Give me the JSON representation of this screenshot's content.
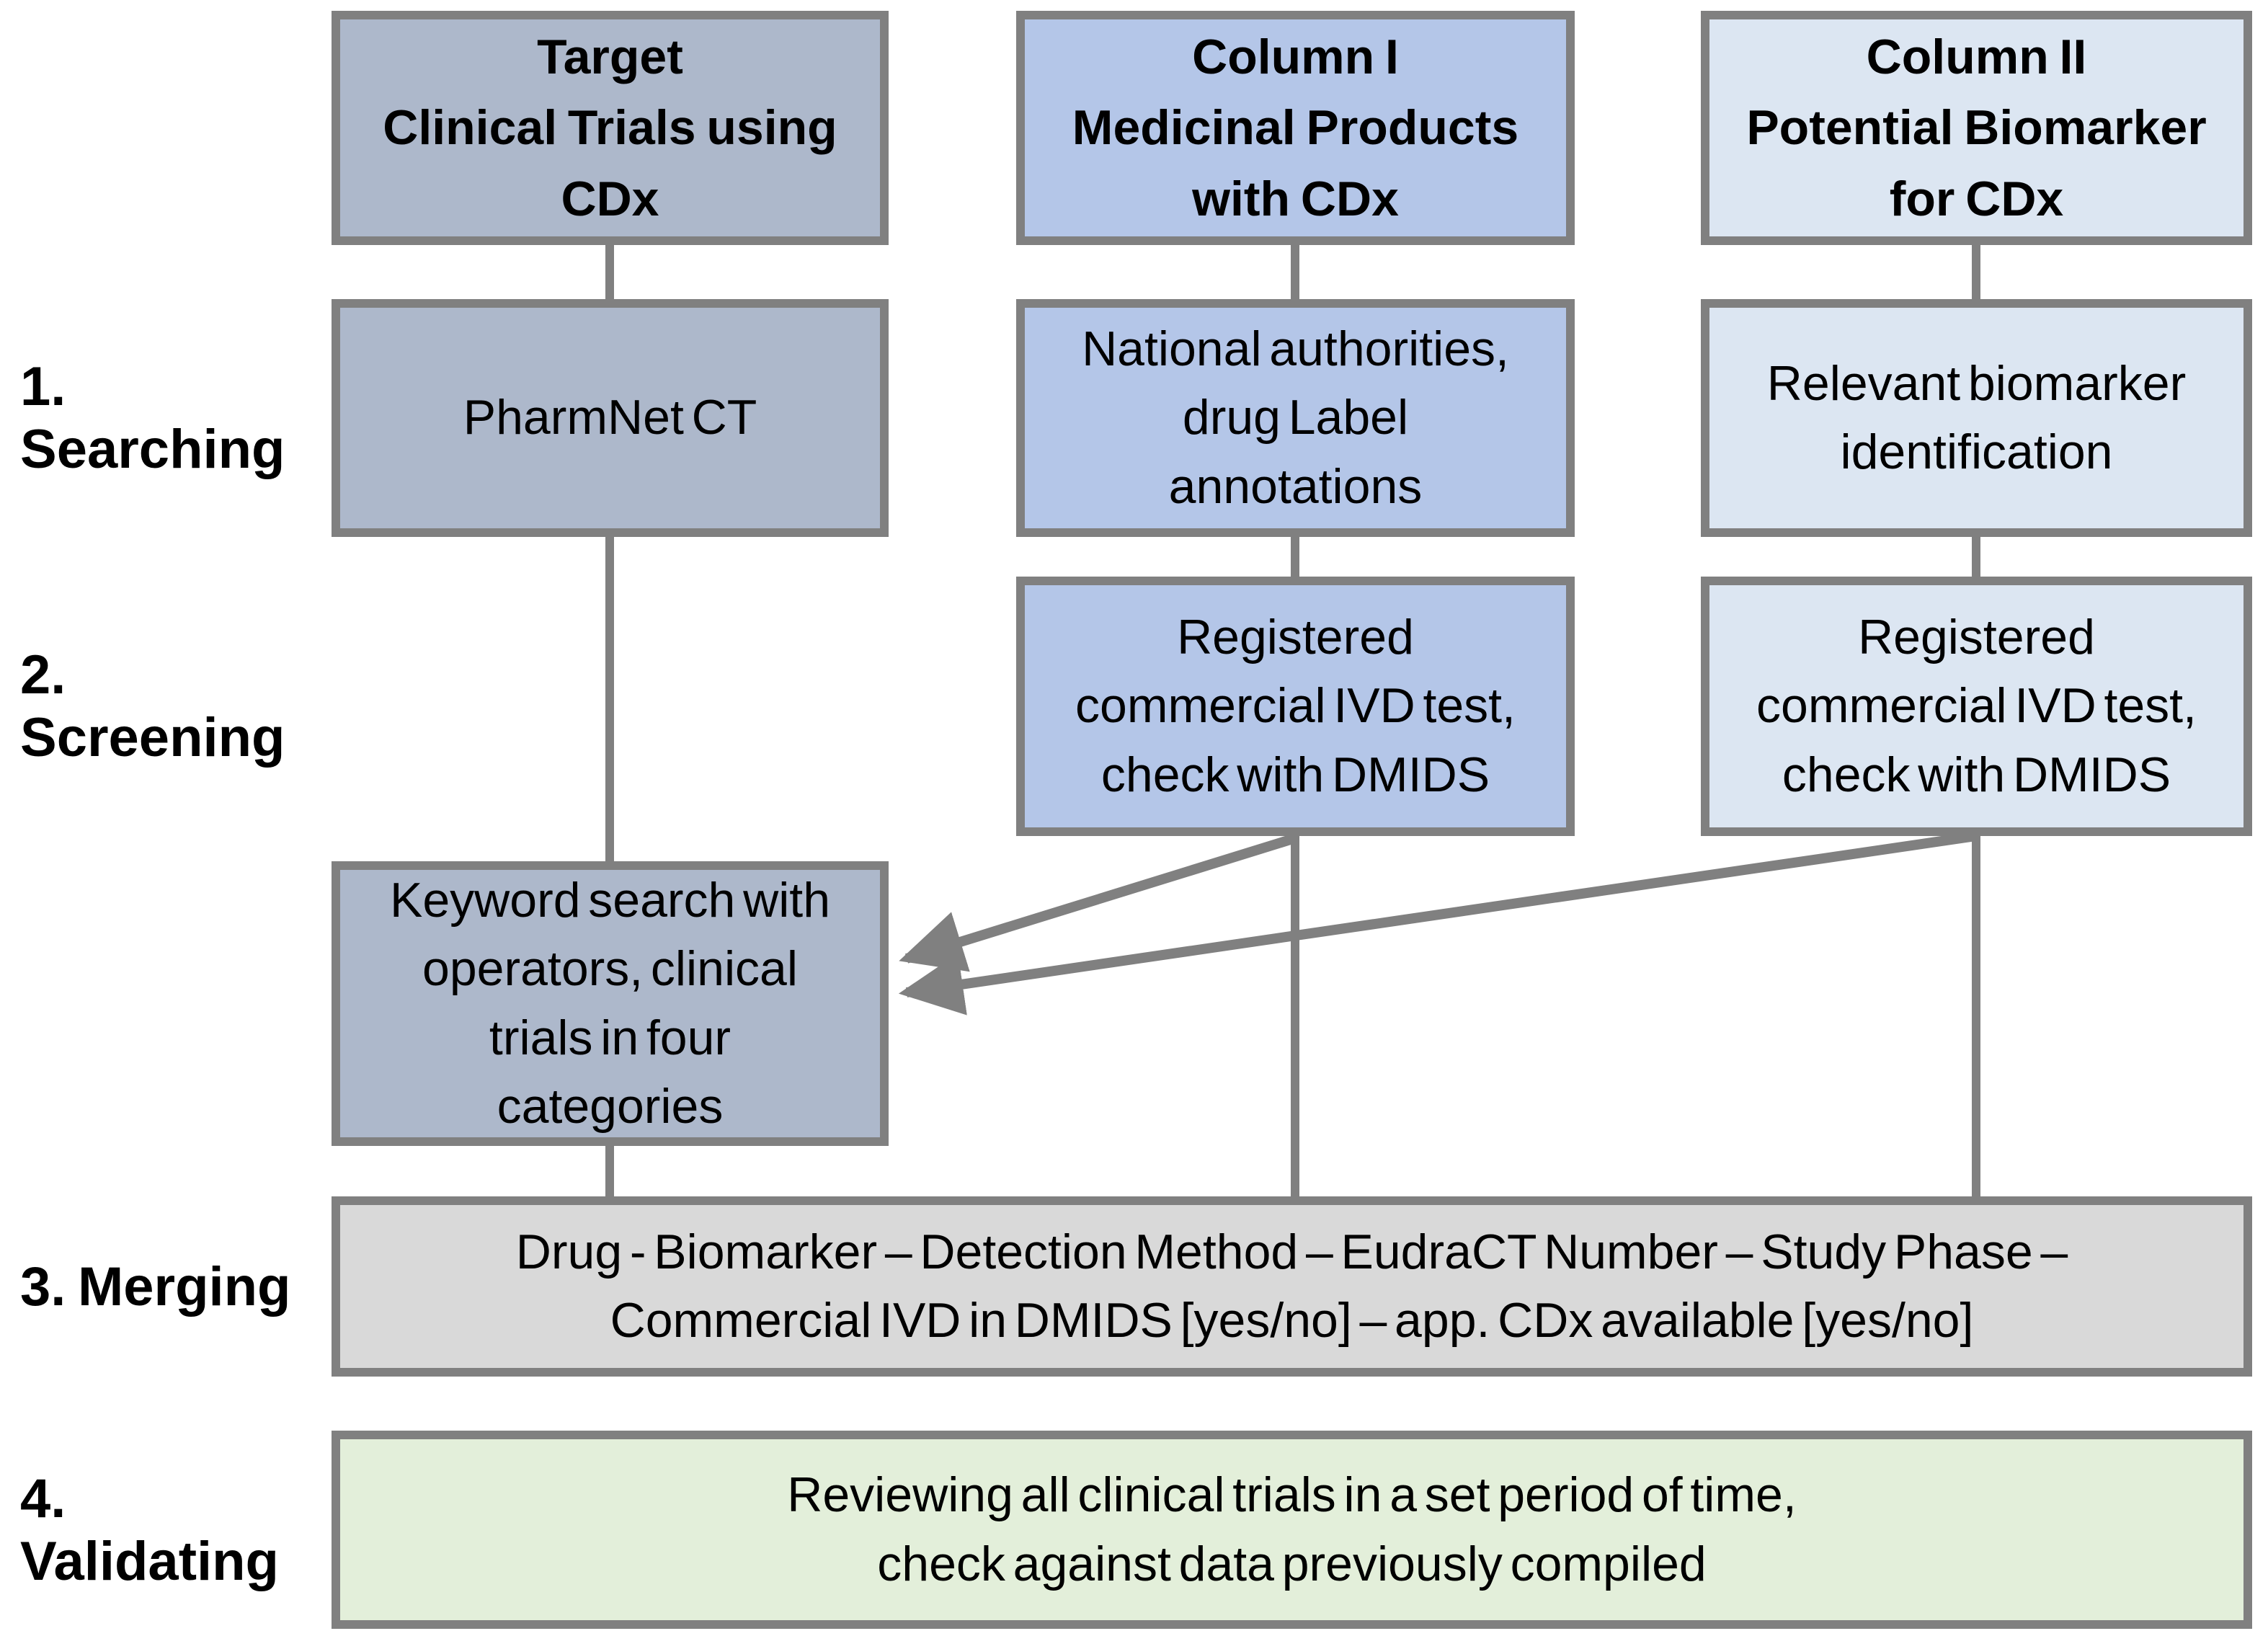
{
  "colors": {
    "left-fill": "#adb8cb",
    "col1-fill": "#b4c6e8",
    "col2-fill": "#dce6f2",
    "merge-fill": "#d9d9d9",
    "validate-fill": "#e3efda",
    "border-gray": "#808080",
    "text": "#000000"
  },
  "row_labels": {
    "searching": "1. Searching",
    "screening": "2. Screening",
    "merging": "3. Merging",
    "validating": "4. Validating"
  },
  "headers": {
    "target": "Target\nClinical Trials using\nCDx",
    "column1": "Column I\nMedicinal Products\nwith CDx",
    "column2": "Column II\nPotential Biomarker\nfor CDx"
  },
  "boxes": {
    "pharmnet": "PharmNet CT",
    "national_authorities": "National authorities,\ndrug Label\nannotations",
    "relevant_biomarker": "Relevant biomarker\nidentification",
    "registered_ivd_col1": "Registered\ncommercial IVD test,\ncheck with DMIDS",
    "registered_ivd_col2": "Registered\ncommercial IVD test,\ncheck with DMIDS",
    "keyword_search": "Keyword search with\noperators, clinical\ntrials in four\ncategories",
    "merging": "Drug - Biomarker – Detection Method – EudraCT Number – Study Phase –\nCommercial IVD in DMIDS [yes/no] – app. CDx available [yes/no]",
    "validating": "Reviewing all clinical trials in a set period of time,\ncheck against data previously compiled"
  }
}
